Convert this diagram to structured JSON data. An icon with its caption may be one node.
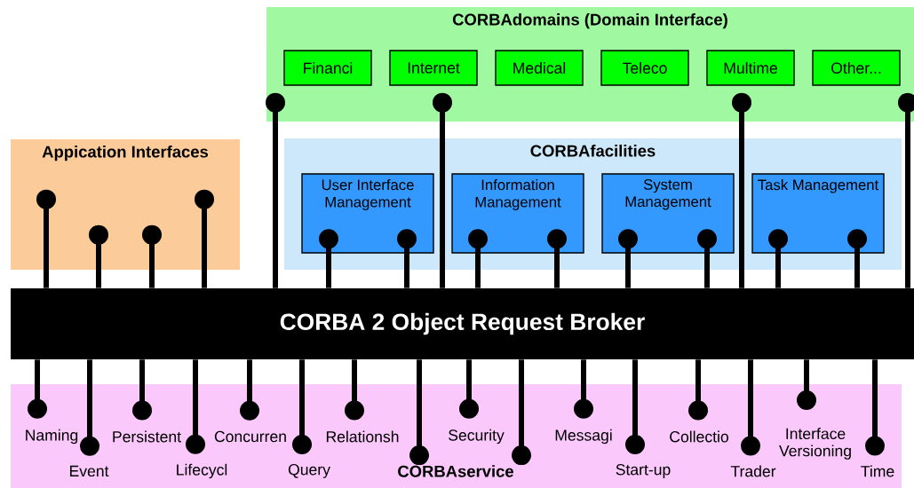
{
  "diagram": {
    "nodes": [
      {
        "text": [
          "CORBAdomains (Domain Interface)"
        ]
      },
      {
        "text": [
          "Financi"
        ],
        "in": 0
      },
      {
        "text": [
          "Internet"
        ],
        "in": 0
      },
      {
        "text": [
          "Medical"
        ],
        "in": 0
      },
      {
        "text": [
          "Teleco"
        ],
        "in": 0
      },
      {
        "text": [
          "Multime"
        ],
        "in": 0
      },
      {
        "text": [
          "Other..."
        ],
        "in": 0
      },
      {
        "text": [
          "Appication Interfaces"
        ]
      },
      {
        "text": [
          "CORBAfacilities"
        ]
      },
      {
        "text": [
          "User Interface Management"
        ],
        "in": 8
      },
      {
        "text": [
          "Information Management"
        ],
        "in": 8
      },
      {
        "text": [
          "System Management"
        ],
        "in": 8
      },
      {
        "text": [
          "Task Management"
        ],
        "in": 8
      },
      {
        "text": [
          "CORBA 2 Object Request Broker"
        ]
      },
      {
        "text": [],
        "shape": "box"
      },
      {
        "text": [
          "CORBAservice"
        ],
        "in": 14
      },
      {
        "text": [
          "Naming"
        ],
        "in": 14
      },
      {
        "text": [
          "Event"
        ],
        "in": 14
      },
      {
        "text": [
          "Persistent"
        ],
        "in": 14
      },
      {
        "text": [
          "Lifecycl"
        ],
        "in": 14
      },
      {
        "text": [
          "Concurren"
        ],
        "in": 14
      },
      {
        "text": [
          "Query"
        ],
        "in": 14
      },
      {
        "text": [
          "Relationsh"
        ],
        "in": 14
      },
      {
        "text": [
          "Security"
        ],
        "in": 14
      },
      {
        "text": [
          "Messagi"
        ],
        "in": 14
      },
      {
        "text": [
          "Start-up"
        ],
        "in": 14
      },
      {
        "text": [
          "Collectio"
        ],
        "in": 14
      },
      {
        "text": [
          "Trader"
        ],
        "in": 14
      },
      {
        "text": [
          "Interface Versioning"
        ],
        "in": 14
      },
      {
        "text": [
          "Time"
        ],
        "in": 14
      }
    ],
    "edges": [
      {
        "from": 13,
        "to": 0,
        "arrow": "other"
      },
      {
        "from": 13,
        "to": 0,
        "arrow": "other"
      },
      {
        "from": 13,
        "to": 0,
        "arrow": "other"
      },
      {
        "from": 13,
        "to": 0,
        "arrow": "other"
      },
      {
        "from": 13,
        "to": 9,
        "arrow": "other"
      },
      {
        "from": 13,
        "to": 9,
        "arrow": "other"
      },
      {
        "from": 13,
        "to": 10,
        "arrow": "other"
      },
      {
        "from": 13,
        "to": 10,
        "arrow": "other"
      },
      {
        "from": 13,
        "to": 11,
        "arrow": "other"
      },
      {
        "from": 13,
        "to": 11,
        "arrow": "other"
      },
      {
        "from": 13,
        "to": 12,
        "arrow": "other"
      },
      {
        "from": 13,
        "to": 12,
        "arrow": "other"
      },
      {
        "from": 13,
        "to": 7,
        "arrow": "other"
      },
      {
        "from": 13,
        "to": 7,
        "arrow": "other"
      },
      {
        "from": 13,
        "to": 7,
        "arrow": "other"
      },
      {
        "from": 13,
        "to": 7,
        "arrow": "other"
      },
      {
        "from": 13,
        "to": 16,
        "arrow": "other"
      },
      {
        "from": 13,
        "to": 17,
        "arrow": "other"
      },
      {
        "from": 13,
        "to": 18,
        "arrow": "other"
      },
      {
        "from": 13,
        "to": 19,
        "arrow": "other"
      },
      {
        "from": 13,
        "to": 20,
        "arrow": "other"
      },
      {
        "from": 13,
        "to": 21,
        "arrow": "other"
      },
      {
        "from": 13,
        "to": 22,
        "arrow": "other"
      },
      {
        "from": 13,
        "to": 15,
        "arrow": "other"
      },
      {
        "from": 13,
        "to": 23,
        "arrow": "other"
      },
      {
        "from": 13,
        "to": 15,
        "arrow": "other"
      },
      {
        "from": 13,
        "to": 24,
        "arrow": "other"
      },
      {
        "from": 13,
        "to": 25,
        "arrow": "other"
      },
      {
        "from": 13,
        "to": 26,
        "arrow": "other"
      },
      {
        "from": 13,
        "to": 27,
        "arrow": "other"
      },
      {
        "from": 13,
        "to": 28,
        "arrow": "other"
      },
      {
        "from": 13,
        "to": 29,
        "arrow": "other"
      }
    ]
  }
}
